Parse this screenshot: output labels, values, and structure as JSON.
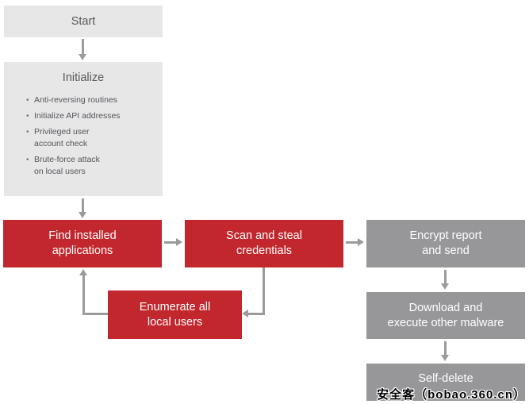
{
  "flowchart": {
    "nodes": {
      "start": {
        "label": "Start"
      },
      "initialize": {
        "title": "Initialize",
        "bullets": [
          "Anti-reversing routines",
          "Initialize API addresses",
          "Privileged user\naccount check",
          "Brute-force attack\non local users"
        ]
      },
      "find_installed": {
        "label": "Find installed\napplications"
      },
      "scan_steal": {
        "label": "Scan and steal\ncredentials"
      },
      "encrypt_send": {
        "label": "Encrypt report\nand send"
      },
      "enumerate_users": {
        "label": "Enumerate all\nlocal users"
      },
      "download_execute": {
        "label": "Download and\nexecute other malware"
      },
      "self_delete": {
        "label": "Self-delete"
      }
    },
    "colors": {
      "neutral_box": "#e7e7e8",
      "red_box": "#c1272d",
      "gray_box": "#97979a",
      "arrow": "#9b9b9b",
      "dark_text": "#58585a",
      "light_text": "#ffffff"
    },
    "watermark": "安全客（bobao.360.cn）"
  }
}
